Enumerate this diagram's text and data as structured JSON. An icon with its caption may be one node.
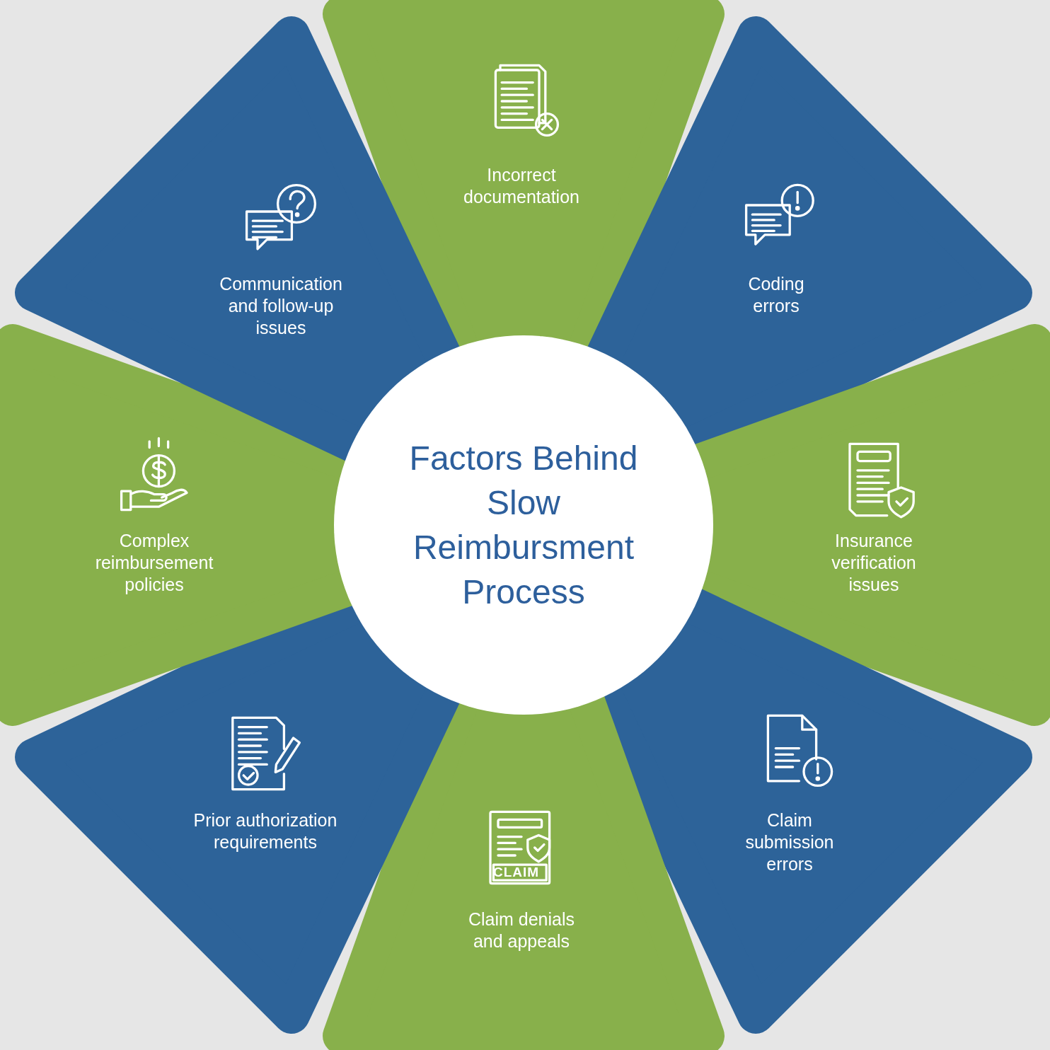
{
  "diagram": {
    "nodes": [
      {
        "text": [
          "Factors Behind Slow Reimbursment Process"
        ]
      },
      {
        "text": [
          "Incorrect documentation"
        ]
      },
      {
        "text": [
          "Coding errors"
        ]
      },
      {
        "text": [
          "Insurance verification issues"
        ]
      },
      {
        "text": [
          "Claim submission errors"
        ]
      },
      {
        "text": [
          "Claim denials and appeals"
        ]
      },
      {
        "text": [
          "Prior authorization requirements"
        ]
      },
      {
        "text": [
          "Complex reimbursement policies"
        ]
      },
      {
        "text": [
          "Communication and follow-up issues"
        ]
      }
    ],
    "labels": [
      "CLAIM"
    ]
  }
}
